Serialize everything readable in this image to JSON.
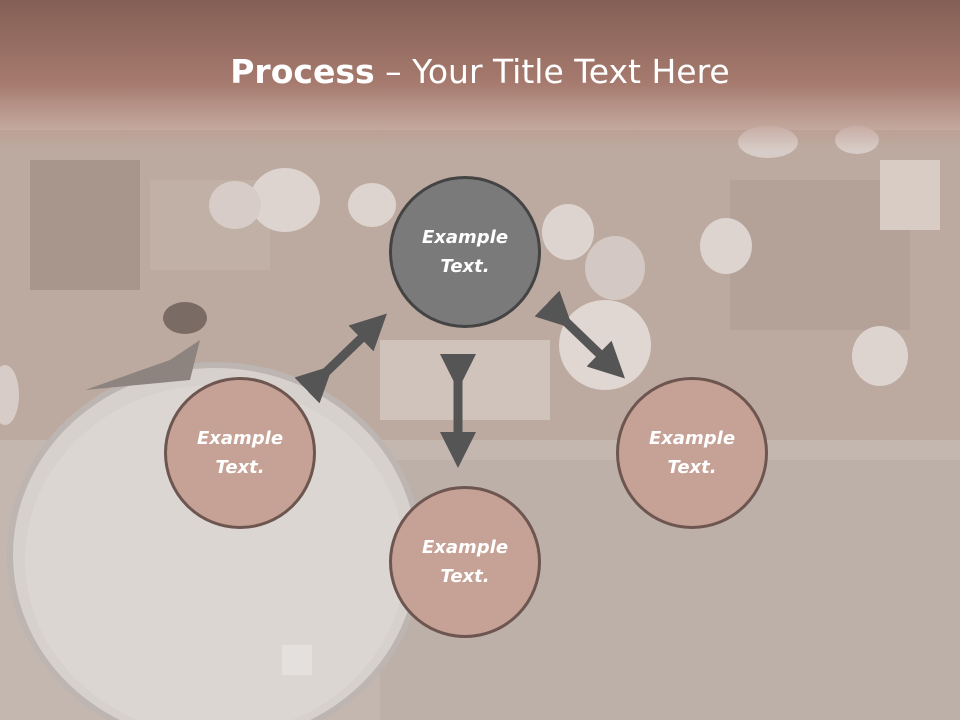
{
  "title": {
    "bold": "Process",
    "rest": " – Your Title Text Here"
  },
  "nodes": {
    "top": "Example\nText.",
    "left": "Example\nText.",
    "right": "Example\nText.",
    "bottom": "Example\nText."
  },
  "colors": {
    "node_fill": "#c6a195",
    "node_center_fill": "#7a7a7a",
    "arrow": "#555555",
    "title_band": "#a67a6e"
  }
}
